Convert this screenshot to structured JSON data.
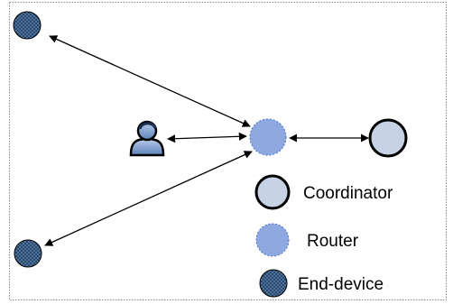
{
  "legend": {
    "coordinator": "Coordinator",
    "router": "Router",
    "end_device": "End-device"
  },
  "colors": {
    "coordinator_fill": "#c7d2e4",
    "router_fill": "#8ea9df",
    "end_device_fill": "#1d3c5e",
    "frame_border": "#888888",
    "line": "#000000",
    "user_icon_fill": "#7f9fd0"
  }
}
